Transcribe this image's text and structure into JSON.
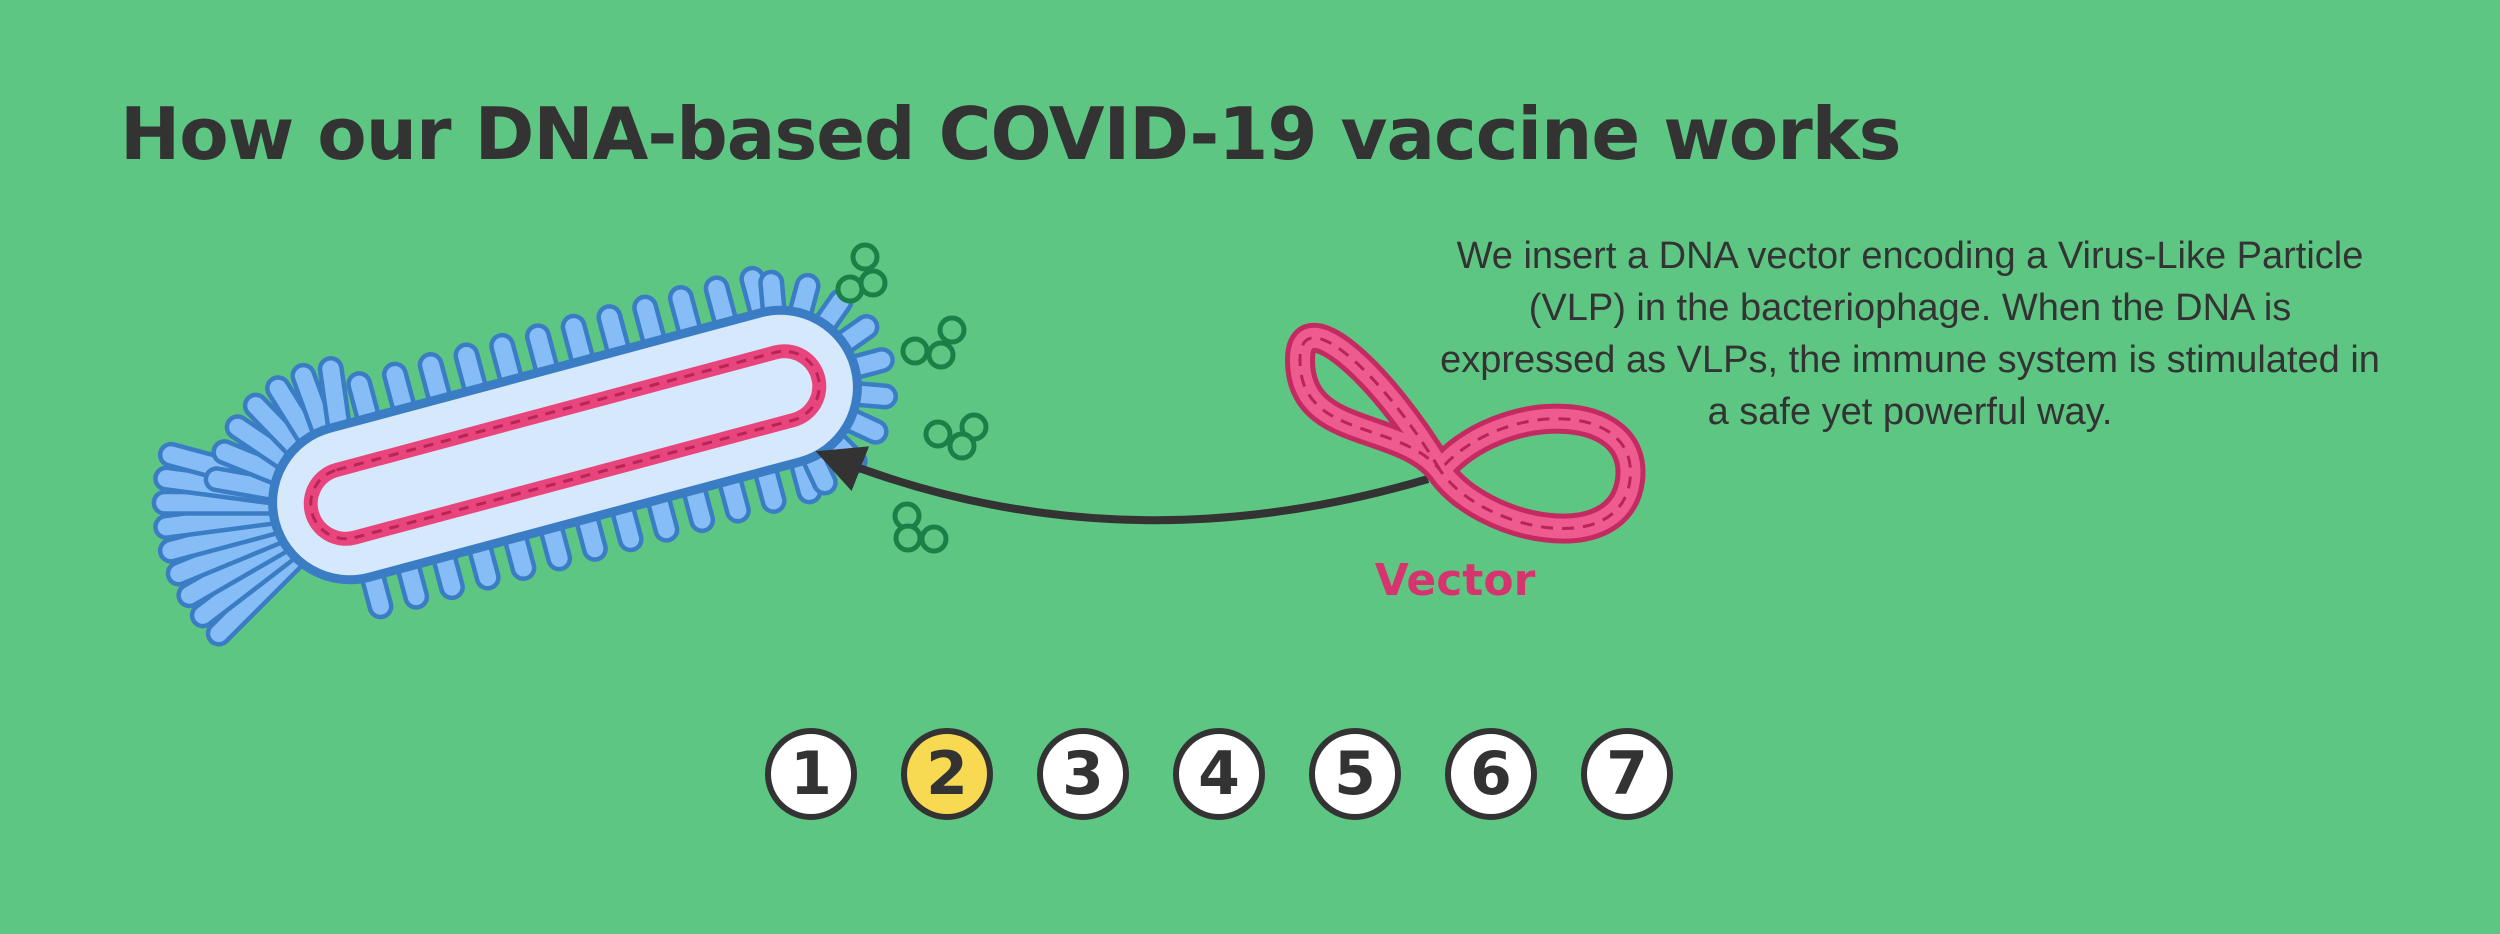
{
  "title": "How our DNA-based COVID-19 vaccine works",
  "description": "We insert a DNA vector encoding a Virus-Like Particle (VLP) in the bacteriophage. When the DNA is expressed as VLPs, the immune system is stimulated in a safe yet powerful way.",
  "vector_label": "Vector",
  "steps": [
    {
      "label": "1",
      "active": false
    },
    {
      "label": "2",
      "active": true
    },
    {
      "label": "3",
      "active": false
    },
    {
      "label": "4",
      "active": false
    },
    {
      "label": "5",
      "active": false
    },
    {
      "label": "6",
      "active": false
    },
    {
      "label": "7",
      "active": false
    }
  ],
  "colors": {
    "background": "#5ec683",
    "text": "#333333",
    "phage_spike": "#86bdf7",
    "phage_outline": "#3b7dc4",
    "phage_body": "#d6e8fb",
    "dna": "#e8457c",
    "vlp": "#1a9a54",
    "active_step": "#f7d952"
  }
}
